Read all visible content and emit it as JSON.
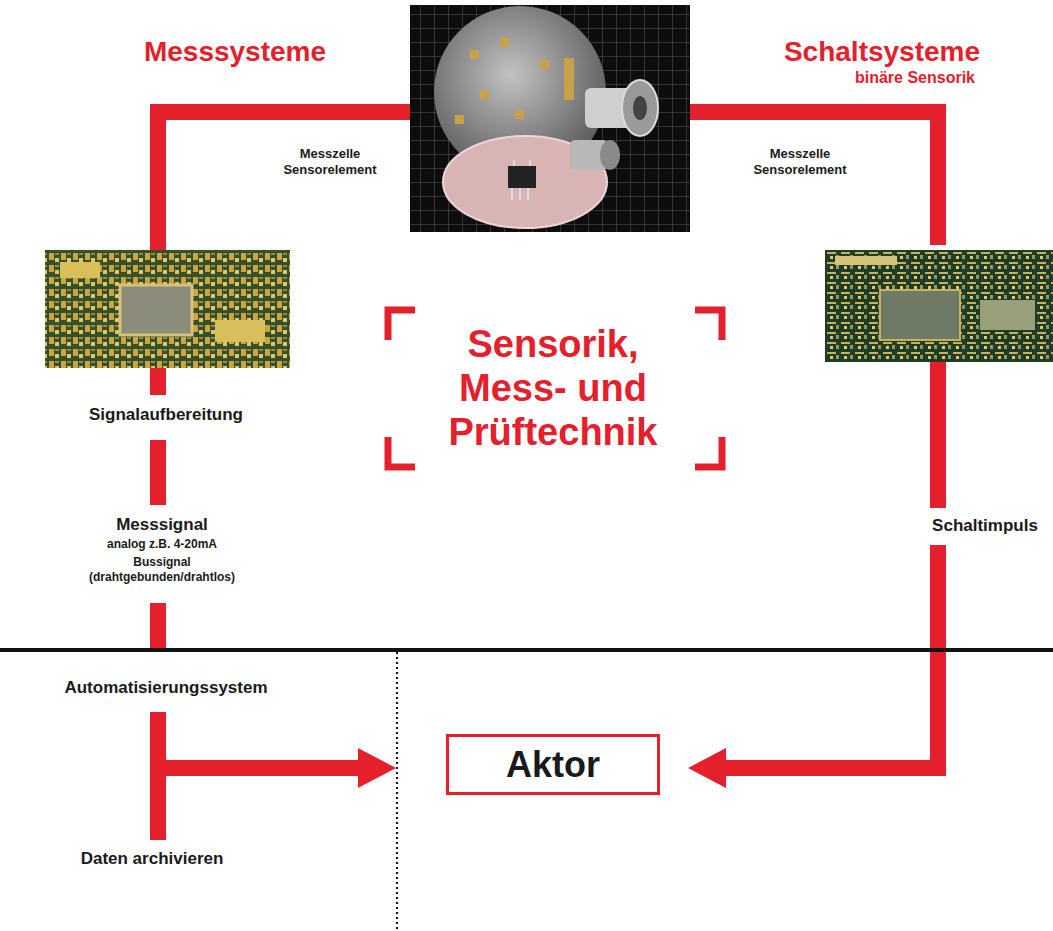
{
  "diagram": {
    "title": "Sensorik, Mess- und Prüftechnik",
    "nodes": [
      {
        "text": [
          "Aktor"
        ]
      }
    ],
    "labels": [
      "Messsysteme",
      "Schaltsysteme",
      "binäre Sensorik",
      "Messzelle Sensorelement",
      "Messzelle Sensorelement",
      "Signalaufbereitung",
      "Messsignal",
      "analog z.B. 4-20mA",
      "Bussignal (drahtgebunden/drahtlos)",
      "Schaltimpuls",
      "Automatisierungssystem",
      "Daten archivieren"
    ]
  }
}
